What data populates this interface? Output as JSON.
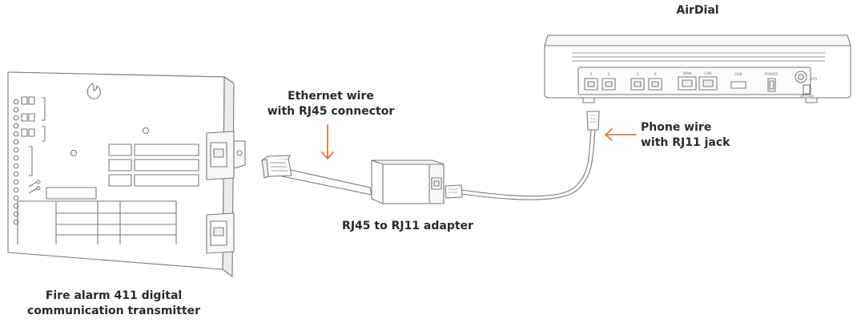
{
  "labels": {
    "airdial": "AirDial",
    "ethernet_line1": "Ethernet wire",
    "ethernet_line2": "with RJ45 connector",
    "phone_line1": "Phone wire",
    "phone_line2": "with RJ11 jack",
    "adapter": "RJ45 to RJ11 adapter",
    "transmitter_line1": "Fire alarm 411 digital",
    "transmitter_line2": "communication transmitter"
  },
  "router_ports": {
    "port1": "1",
    "port2": "2",
    "port3": "3",
    "port4": "4",
    "wan": "WAN",
    "lan": "LAN",
    "usb": "USB",
    "power": "POWER",
    "gps": "GPS",
    "switch": "OFF/ON"
  },
  "colors": {
    "arrow": "#e07a3c",
    "stroke": "#7a7a7a",
    "text": "#2b2b2b"
  }
}
